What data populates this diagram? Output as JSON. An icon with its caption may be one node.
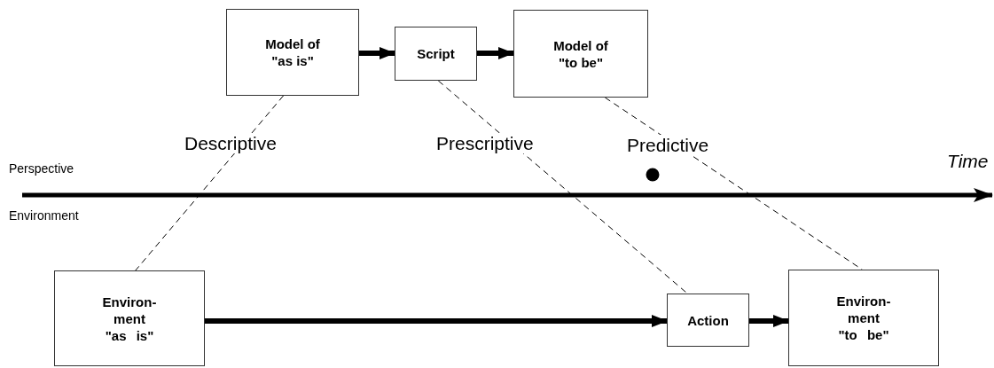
{
  "diagram": {
    "nodes": [
      {
        "text": [
          "Model of \"as is\""
        ]
      },
      {
        "text": [
          "Script"
        ]
      },
      {
        "text": [
          "Model of \"to be\""
        ]
      },
      {
        "text": [
          "Environ- ment \"as is\""
        ]
      },
      {
        "text": [
          "Action"
        ]
      },
      {
        "text": [
          "Environ- ment \"to be\""
        ]
      }
    ],
    "edges": [
      {
        "from": 0,
        "to": 1,
        "arrow": "to"
      },
      {
        "from": 1,
        "to": 2,
        "arrow": "to"
      },
      {
        "from": 3,
        "to": 4,
        "arrow": "to"
      },
      {
        "from": 4,
        "to": 5,
        "arrow": "to"
      },
      {
        "from": 0,
        "to": 3,
        "arrow": "none",
        "style": "dashed"
      },
      {
        "from": 1,
        "to": 4,
        "arrow": "none",
        "style": "dashed"
      },
      {
        "from": 2,
        "to": 5,
        "arrow": "none",
        "style": "dashed"
      }
    ],
    "labels": [
      "Descriptive",
      "Prescriptive",
      "Predictive",
      "Perspective",
      "Time",
      "Environment"
    ]
  }
}
